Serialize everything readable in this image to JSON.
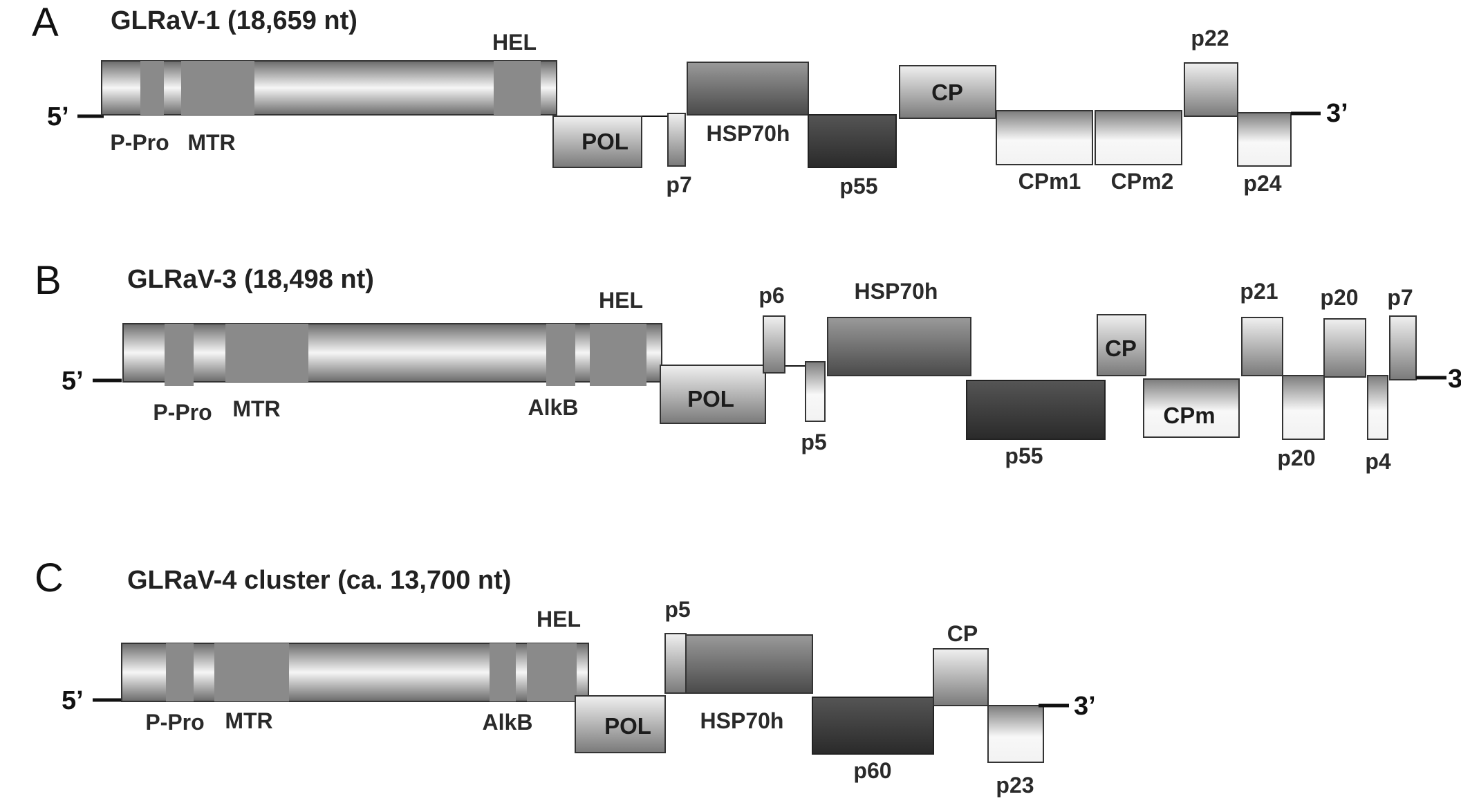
{
  "panel_a": {
    "letter": "A",
    "title": "GLRaV-1 (18,659 nt)",
    "five_prime": "5’",
    "three_prime": "3’",
    "labels": {
      "hel": "HEL",
      "ppro": "P-Pro",
      "mtr": "MTR",
      "pol": "POL",
      "p7": "p7",
      "hsp70h": "HSP70h",
      "p55": "p55",
      "cp": "CP",
      "cpm1": "CPm1",
      "cpm2": "CPm2",
      "p22": "p22",
      "p24": "p24"
    }
  },
  "panel_b": {
    "letter": "B",
    "title": "GLRaV-3 (18,498 nt)",
    "five_prime": "5’",
    "three_prime": "3’",
    "labels": {
      "hel": "HEL",
      "ppro": "P-Pro",
      "mtr": "MTR",
      "alkb": "AlkB",
      "pol": "POL",
      "p6": "p6",
      "p5": "p5",
      "hsp70h": "HSP70h",
      "p55": "p55",
      "cp": "CP",
      "cpm": "CPm",
      "p21": "p21",
      "p20_top": "p20",
      "p20_bottom": "p20",
      "p7": "p7",
      "p4": "p4"
    }
  },
  "panel_c": {
    "letter": "C",
    "title": "GLRaV-4 cluster (ca. 13,700 nt)",
    "five_prime": "5’",
    "three_prime": "3’",
    "labels": {
      "hel": "HEL",
      "ppro": "P-Pro",
      "mtr": "MTR",
      "alkb": "AlkB",
      "pol": "POL",
      "p5": "p5",
      "hsp70h": "HSP70h",
      "p60": "p60",
      "cp": "CP",
      "p23": "p23"
    }
  },
  "colors": {
    "domain_block": "#8a8a8a",
    "dark_orf": "#3c3c3c",
    "line": "#111111"
  }
}
